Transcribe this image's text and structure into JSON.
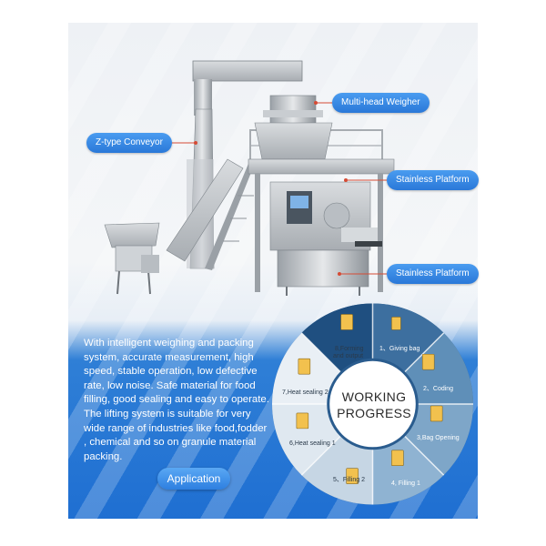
{
  "callouts": {
    "multihead": "Multi-head Weigher",
    "ztype": "Z-type Conveyor",
    "platform1": "Stainless Platform",
    "platform2": "Stainless Platform"
  },
  "description": [
    "With intelligent weighing and packing",
    "system, accurate measurement, high",
    "speed, stable operation, low defective",
    "rate, low noise. Safe material for food",
    "filling, good sealing and easy to operate.",
    "The lifting system is suitable for very",
    "wide range of industries like food,fodder",
    ", chemical and so on granule material",
    "packing."
  ],
  "application_button": "Application",
  "progress": {
    "title_line1": "WORKING",
    "title_line2": "PROGRESS",
    "steps": {
      "s1": "1、Giving bag",
      "s2": "2、Coding",
      "s3": "3,Bag Opening",
      "s4": "4, Filling 1",
      "s5": "5、Filling 2",
      "s6": "6,Heat sealing 1",
      "s7": "7,Heat sealing 2",
      "s8a": "8,Forming",
      "s8b": "and output"
    }
  },
  "colors": {
    "accent_blue": "#2a78d8",
    "wheel_dark": "#2a5c8e",
    "wheel_light": "#dfe8f0"
  }
}
